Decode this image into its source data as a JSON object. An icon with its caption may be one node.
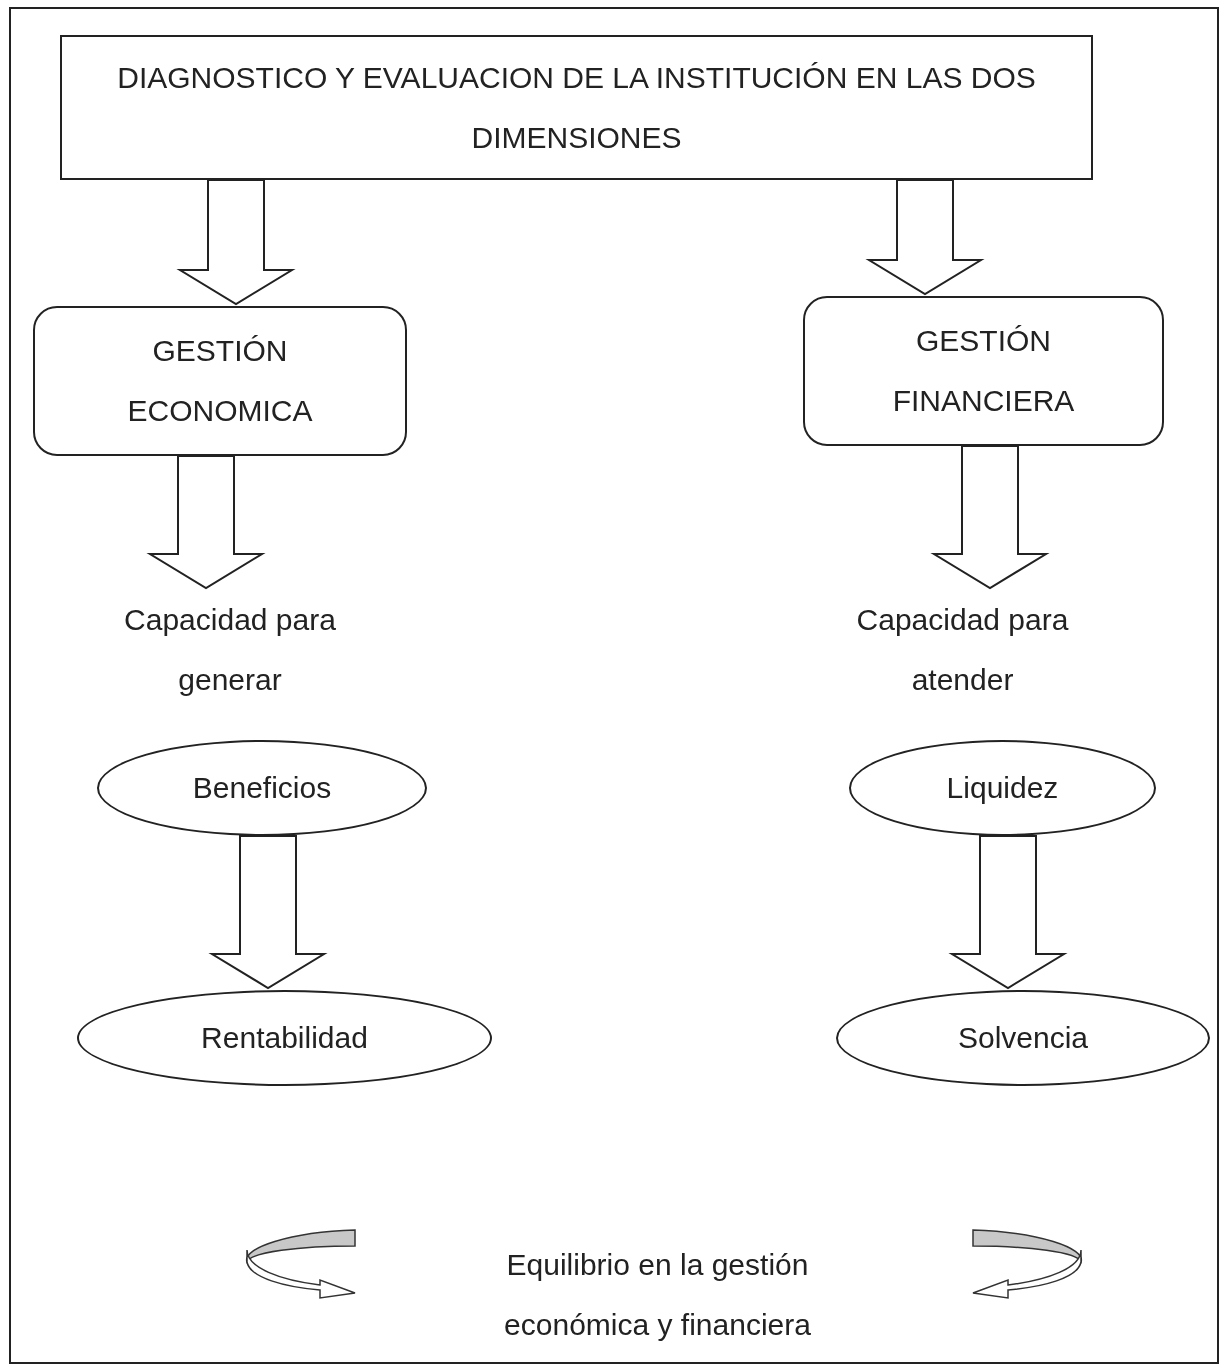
{
  "diagram": {
    "nodes": [
      {
        "text": [
          "DIAGNOSTICO Y EVALUACION DE LA INSTITUCIÓN EN LAS DOS DIMENSIONES"
        ]
      },
      {
        "text": [
          "GESTIÓN ECONOMICA"
        ]
      },
      {
        "text": [
          "GESTIÓN FINANCIERA"
        ]
      },
      {
        "text": [
          "Capacidad para generar"
        ]
      },
      {
        "text": [
          "Capacidad para atender"
        ]
      },
      {
        "text": [
          "Beneficios"
        ]
      },
      {
        "text": [
          "Liquidez"
        ]
      },
      {
        "text": [
          "Rentabilidad"
        ]
      },
      {
        "text": [
          "Solvencia"
        ]
      },
      {
        "text": [
          "Equilibrio en la gestión económica y financiera"
        ]
      }
    ],
    "edges": [
      {
        "from": 0,
        "to": 1,
        "arrow": "to"
      },
      {
        "from": 0,
        "to": 2,
        "arrow": "to"
      },
      {
        "from": 1,
        "to": 3,
        "arrow": "to"
      },
      {
        "from": 2,
        "to": 4,
        "arrow": "to"
      },
      {
        "from": 5,
        "to": 7,
        "arrow": "to"
      },
      {
        "from": 6,
        "to": 8,
        "arrow": "to"
      }
    ]
  }
}
